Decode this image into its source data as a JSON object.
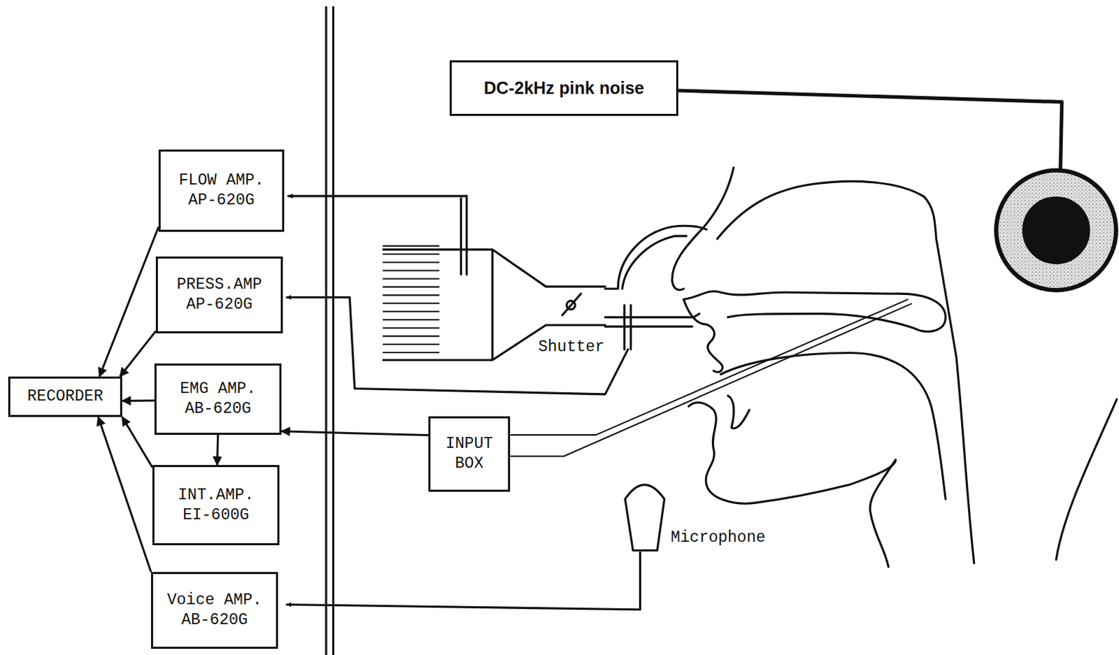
{
  "diagram": {
    "nodes": [
      {
        "text": [
          "DC-2kHz pink noise"
        ]
      },
      {
        "text": [
          "FLOW AMP. AP-620G"
        ]
      },
      {
        "text": [
          "PRESS.AMP AP-620G"
        ]
      },
      {
        "text": [
          "EMG AMP. AB-620G"
        ]
      },
      {
        "text": [
          "INT.AMP. EI-600G"
        ]
      },
      {
        "text": [
          "Voice AMP. AB-620G"
        ]
      },
      {
        "text": [
          "RECORDER"
        ]
      },
      {
        "text": [
          "INPUT BOX"
        ]
      }
    ],
    "edges": [
      {
        "from": 1,
        "to": 6,
        "arrow": "to"
      },
      {
        "from": 2,
        "to": 6,
        "arrow": "to"
      },
      {
        "from": 3,
        "to": 6,
        "arrow": "to"
      },
      {
        "from": 3,
        "to": 4,
        "arrow": "to"
      },
      {
        "from": 4,
        "to": 6,
        "arrow": "to"
      },
      {
        "from": 5,
        "to": 6,
        "arrow": "to"
      },
      {
        "from": 7,
        "to": 3,
        "arrow": "to"
      }
    ],
    "labels": [
      "Shutter",
      "Microphone"
    ]
  }
}
